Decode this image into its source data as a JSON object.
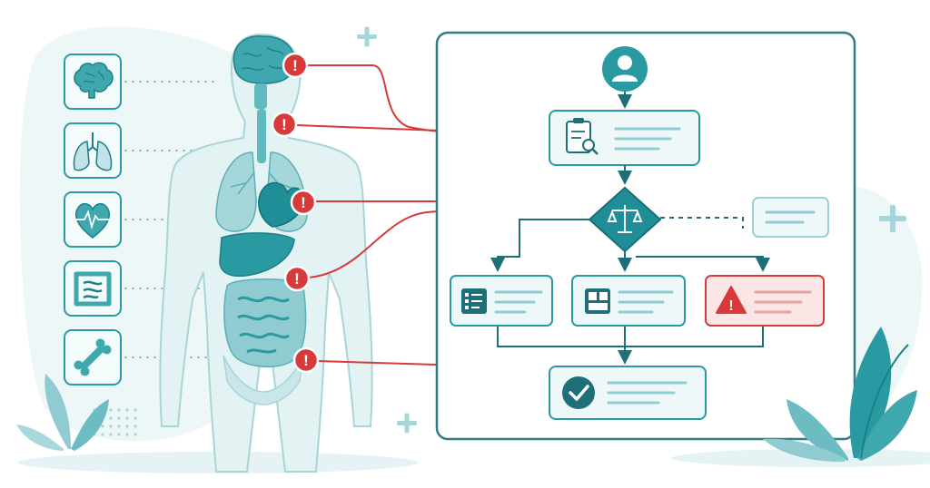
{
  "colors": {
    "teal": "#2a9aa2",
    "teal_dark": "#1f7f89",
    "teal_light": "#cfe9ec",
    "body_fill": "#e3f3f4",
    "body_stroke": "#a9d4d8",
    "alert_red": "#d63a3a",
    "alert_bg": "#fbe6e6",
    "panel_border": "#2f7d86",
    "card_bg": "#eef8f9",
    "text_lines": "#8fcdd2"
  },
  "organ_icons": [
    {
      "name": "brain-icon"
    },
    {
      "name": "lungs-icon"
    },
    {
      "name": "heart-icon"
    },
    {
      "name": "intestines-icon"
    },
    {
      "name": "bone-icon"
    }
  ],
  "alert_markers": [
    {
      "name": "alert-brain",
      "glyph": "!"
    },
    {
      "name": "alert-lungs",
      "glyph": "!"
    },
    {
      "name": "alert-heart",
      "glyph": "!"
    },
    {
      "name": "alert-liver",
      "glyph": "!"
    },
    {
      "name": "alert-intestines",
      "glyph": "!"
    }
  ],
  "flowchart": {
    "start_icon": "user-icon",
    "review_icon": "clipboard-search-icon",
    "decision_icon": "scales-icon",
    "branches": [
      {
        "icon": "checklist-icon",
        "state": "normal"
      },
      {
        "icon": "grid-icon",
        "state": "normal"
      },
      {
        "icon": "warning-icon",
        "state": "alert",
        "glyph": "!"
      }
    ],
    "result_icon": "checkmark-icon"
  },
  "decorations": [
    "plus-icon",
    "plus-icon",
    "plus-icon",
    "leaf-icon",
    "leaf-icon"
  ]
}
